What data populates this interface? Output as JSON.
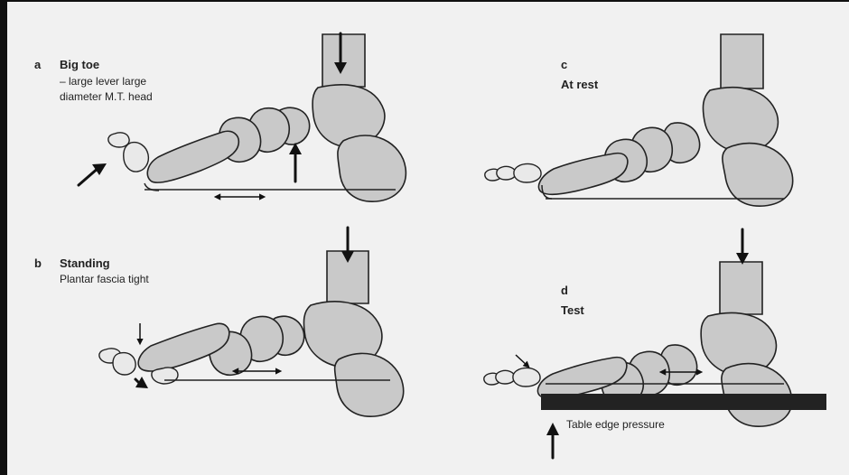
{
  "panels": {
    "a": {
      "letter": "a",
      "title": "Big toe",
      "line1": "– large lever large",
      "line2": "diameter M.T. head"
    },
    "b": {
      "letter": "b",
      "title": "Standing",
      "line1": "Plantar fascia tight"
    },
    "c": {
      "letter": "c",
      "title": "At rest"
    },
    "d": {
      "letter": "d",
      "title": "Test",
      "caption": "Table edge pressure"
    }
  }
}
